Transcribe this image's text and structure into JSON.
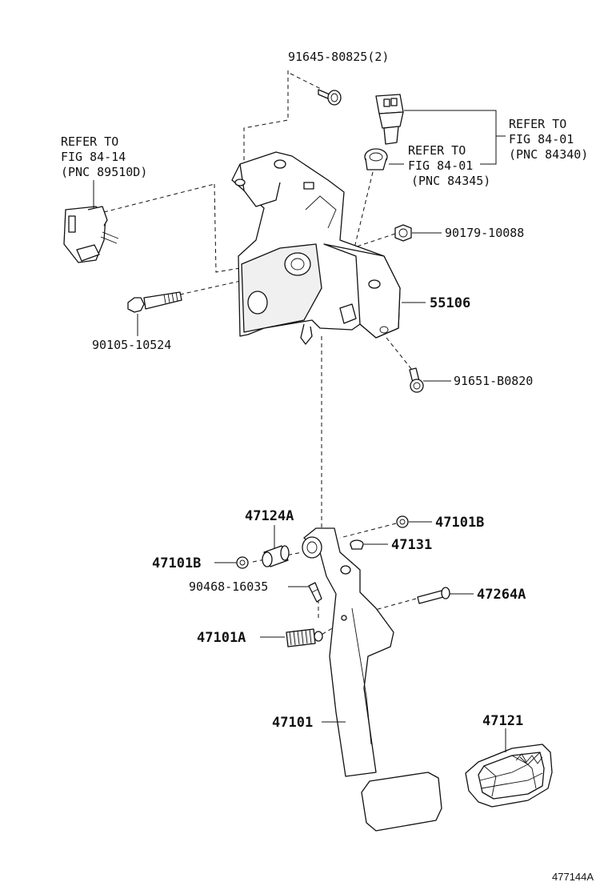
{
  "labels": {
    "bolt_top": "91645-80825(2)",
    "refer_right_1": "REFER TO",
    "refer_right_2": "FIG 84-01",
    "refer_right_3": "(PNC 84340)",
    "refer_mid_1": "REFER TO",
    "refer_mid_2": "FIG 84-01",
    "refer_mid_3": "(PNC 84345)",
    "refer_left_1": "REFER TO",
    "refer_left_2": "FIG 84-14",
    "refer_left_3": "(PNC 89510D)",
    "nut": "90179-10088",
    "bracket": "55106",
    "bolt_left": "90105-10524",
    "bolt_right": "91651-B0820",
    "bushing": "47124A",
    "collar_right": "47101B",
    "cushion": "47131",
    "collar_left": "47101B",
    "clip": "90468-16035",
    "pin": "47264A",
    "spring": "47101A",
    "pedal": "47101",
    "pad": "47121",
    "figure_id": "477144A"
  }
}
